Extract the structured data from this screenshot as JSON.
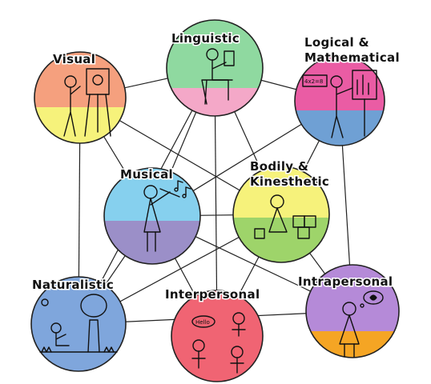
{
  "intelligences": {
    "visual": {
      "label": "Visual",
      "top_color": "#f5a07e",
      "bottom_color": "#f6f27b"
    },
    "linguistic": {
      "label": "Linguistic",
      "top_color": "#8fd9a0",
      "bottom_color": "#f4a8c8"
    },
    "logical": {
      "label_line1": "Logical &",
      "label_line2": "Mathematical",
      "top_color": "#ea5ca4",
      "bottom_color": "#6fa0d4"
    },
    "musical": {
      "label": "Musical",
      "top_color": "#86d0ee",
      "bottom_color": "#9b8fc8"
    },
    "bodily": {
      "label_line1": "Bodily &",
      "label_line2": "Kinesthetic",
      "top_color": "#f6f27b",
      "bottom_color": "#9ed46a"
    },
    "naturalistic": {
      "label": "Naturalistic",
      "top_color": "#7fa6dc",
      "bottom_color": "#7fa6dc"
    },
    "interpersonal": {
      "label": "Interpersonal",
      "top_color": "#f06473",
      "bottom_color": "#f06473"
    },
    "intrapersonal": {
      "label": "Intrapersonal",
      "top_color": "#b58ad8",
      "bottom_color": "#f5a524"
    }
  },
  "bubble_texts": {
    "math_board": "4x2=8",
    "speech_bubble": "Hello"
  }
}
